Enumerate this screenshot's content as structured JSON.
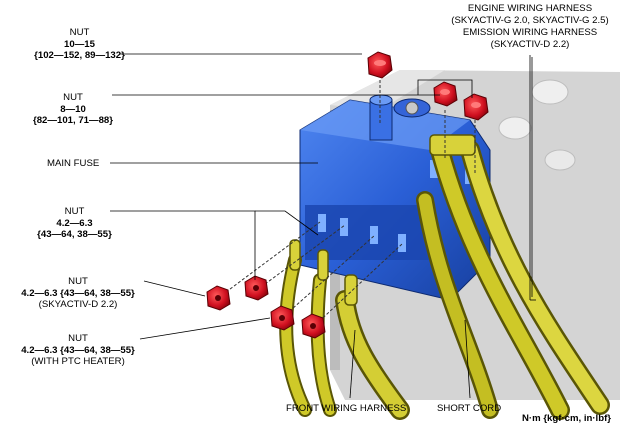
{
  "labels": {
    "nut1": {
      "name": "NUT",
      "torque": "10—15",
      "spec": "{102—152, 89—132}"
    },
    "nut2": {
      "name": "NUT",
      "torque": "8—10",
      "spec": "{82—101, 71—88}"
    },
    "main_fuse": "MAIN FUSE",
    "nut3": {
      "name": "NUT",
      "torque": "4.2—6.3",
      "spec": "{43—64, 38—55}"
    },
    "nut4": {
      "name": "NUT",
      "torque_spec": "4.2—6.3 {43—64, 38—55}",
      "note": "(SKYACTIV-D 2.2)"
    },
    "nut5": {
      "name": "NUT",
      "torque_spec": "4.2—6.3 {43—64, 38—55}",
      "note": "(WITH PTC HEATER)"
    },
    "engine_harness": {
      "line1": "ENGINE WIRING HARNESS",
      "line2": "(SKYACTIV-G 2.0, SKYACTIV-G 2.5)"
    },
    "emission_harness": {
      "line1": "EMISSION WIRING HARNESS",
      "line2": "(SKYACTIV-D 2.2)"
    },
    "front_harness": "FRONT WIRING HARNESS",
    "short_cord": "SHORT CORD",
    "units": "N·m {kgf·cm, in·lbf}"
  },
  "colors": {
    "fuse_blue": "#2a5fd6",
    "harness_yellow": "#c9c41a",
    "nut_red": "#d01020",
    "body_gray": "#c8c8c8"
  }
}
